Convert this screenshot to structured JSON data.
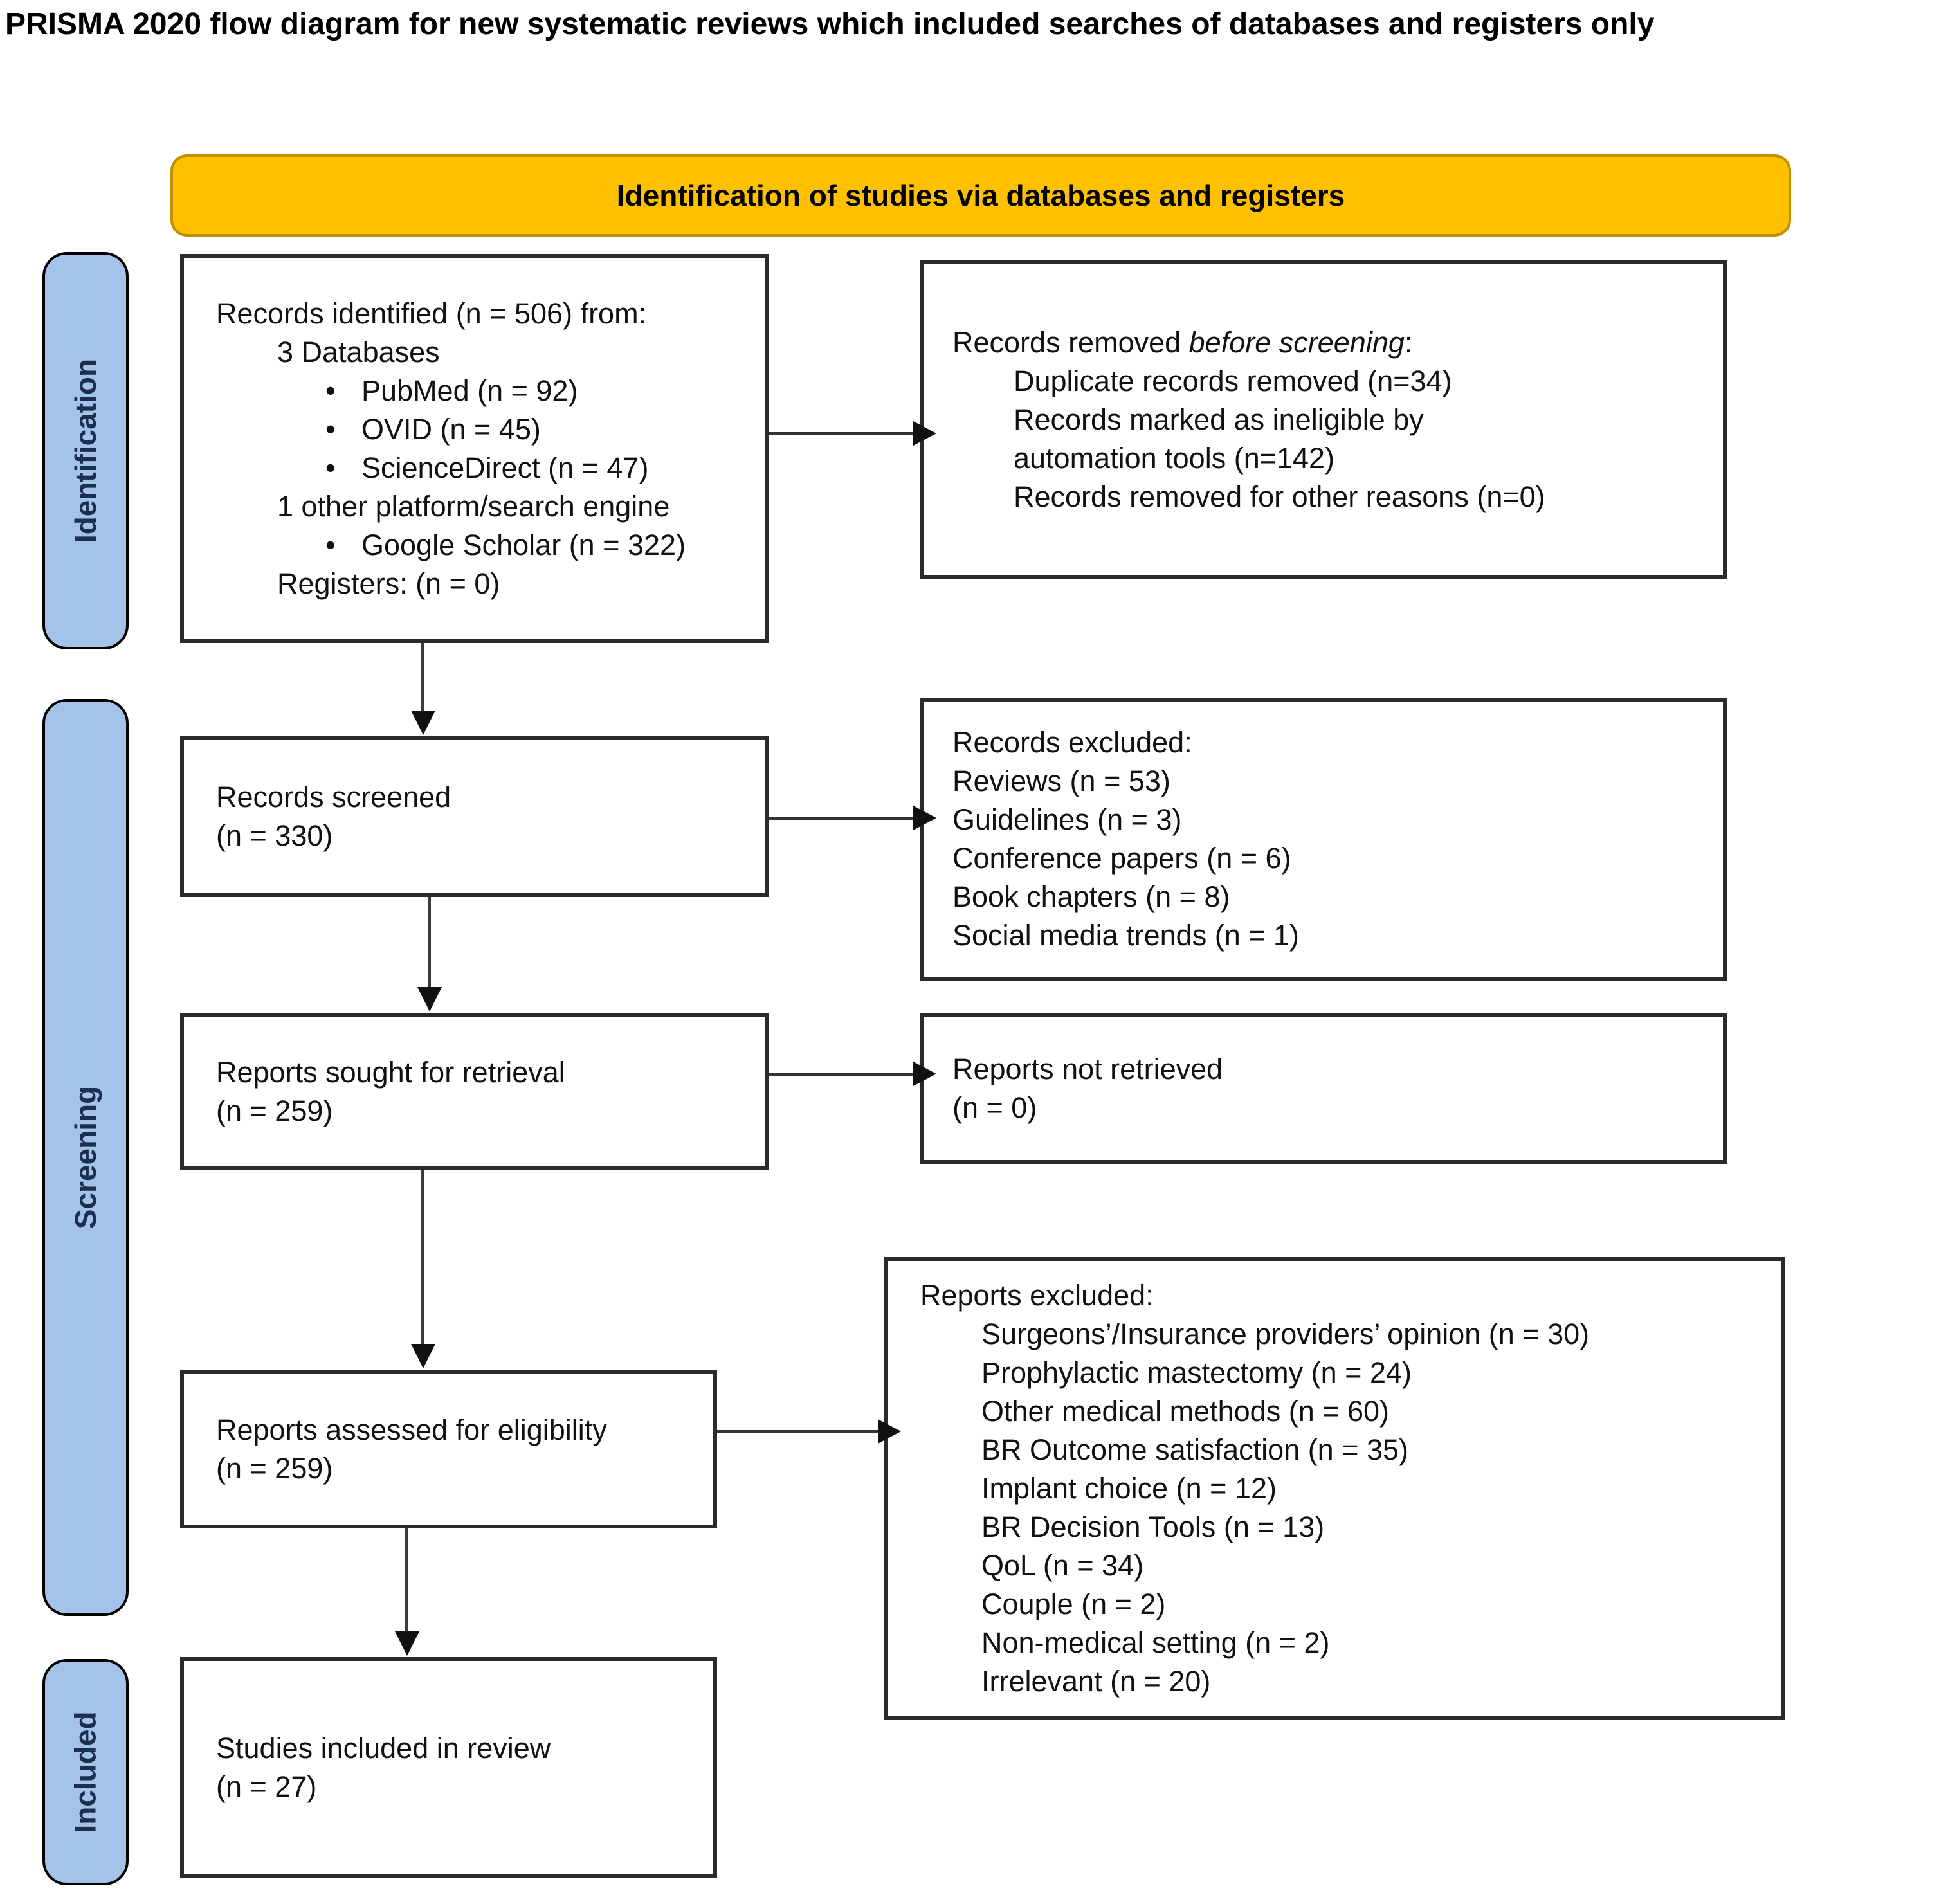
{
  "title": "PRISMA 2020 flow diagram for new systematic reviews which included searches of databases and registers only",
  "banner": {
    "label": "Identification of studies via databases and registers",
    "bg": "#FFC000",
    "border": "#BF9000"
  },
  "sidebar": {
    "bg": "#A3C4E8",
    "text_color": "#1c2f52",
    "stages": [
      {
        "label": "Identification"
      },
      {
        "label": "Screening"
      },
      {
        "label": "Included"
      }
    ]
  },
  "boxes": {
    "records_identified": {
      "lines": [
        {
          "t": "Records identified (n = 506) from:",
          "indent": 0
        },
        {
          "t": "3 Databases",
          "indent": 1
        },
        {
          "t": "PubMed (n = 92)",
          "indent": 2,
          "bullet": true
        },
        {
          "t": "OVID (n = 45)",
          "indent": 2,
          "bullet": true
        },
        {
          "t": "ScienceDirect (n = 47)",
          "indent": 2,
          "bullet": true
        },
        {
          "t": "1 other platform/search engine",
          "indent": 1
        },
        {
          "t": "Google Scholar (n = 322)",
          "indent": 2,
          "bullet": true
        },
        {
          "t": "Registers: (n = 0)",
          "indent": 1
        }
      ]
    },
    "records_removed": {
      "lines": [
        {
          "t": "Records removed ",
          "i": "before screening",
          "t2": ":",
          "indent": 0
        },
        {
          "t": "Duplicate records removed (n=34)",
          "indent": 1
        },
        {
          "t": "Records marked as ineligible by",
          "indent": 1
        },
        {
          "t": "automation tools (n=142)",
          "indent": 1
        },
        {
          "t": "Records removed for other reasons (n=0)",
          "indent": 1
        }
      ]
    },
    "records_screened": {
      "lines": [
        {
          "t": "Records screened",
          "indent": 0
        },
        {
          "t": "(n = 330)",
          "indent": 0
        }
      ]
    },
    "records_excluded": {
      "lines": [
        {
          "t": "Records excluded:",
          "indent": 0
        },
        {
          "t": "Reviews (n = 53)",
          "indent": 0
        },
        {
          "t": "Guidelines (n = 3)",
          "indent": 0
        },
        {
          "t": "Conference papers (n = 6)",
          "indent": 0
        },
        {
          "t": "Book chapters (n = 8)",
          "indent": 0
        },
        {
          "t": "Social media trends (n = 1)",
          "indent": 0
        }
      ]
    },
    "reports_sought": {
      "lines": [
        {
          "t": "Reports sought for retrieval",
          "indent": 0
        },
        {
          "t": "(n = 259)",
          "indent": 0
        }
      ]
    },
    "reports_not_retrieved": {
      "lines": [
        {
          "t": "Reports not retrieved",
          "indent": 0
        },
        {
          "t": "(n = 0)",
          "indent": 0
        }
      ]
    },
    "reports_assessed": {
      "lines": [
        {
          "t": "Reports assessed for eligibility",
          "indent": 0
        },
        {
          "t": "(n = 259)",
          "indent": 0
        }
      ]
    },
    "reports_excluded": {
      "lines": [
        {
          "t": "Reports excluded:",
          "indent": 0
        },
        {
          "t": "Surgeons’/Insurance providers’ opinion (n = 30)",
          "indent": 1
        },
        {
          "t": "Prophylactic mastectomy (n = 24)",
          "indent": 1
        },
        {
          "t": "Other medical methods (n = 60)",
          "indent": 1
        },
        {
          "t": "BR Outcome satisfaction (n = 35)",
          "indent": 1
        },
        {
          "t": "Implant choice (n = 12)",
          "indent": 1
        },
        {
          "t": "BR Decision Tools (n = 13)",
          "indent": 1
        },
        {
          "t": "QoL (n = 34)",
          "indent": 1
        },
        {
          "t": "Couple (n = 2)",
          "indent": 1
        },
        {
          "t": "Non-medical setting (n = 2)",
          "indent": 1
        },
        {
          "t": "Irrelevant (n = 20)",
          "indent": 1
        }
      ]
    },
    "studies_included": {
      "lines": [
        {
          "t": "Studies included in review",
          "indent": 0
        },
        {
          "t": "(n = 27)",
          "indent": 0
        }
      ]
    }
  }
}
